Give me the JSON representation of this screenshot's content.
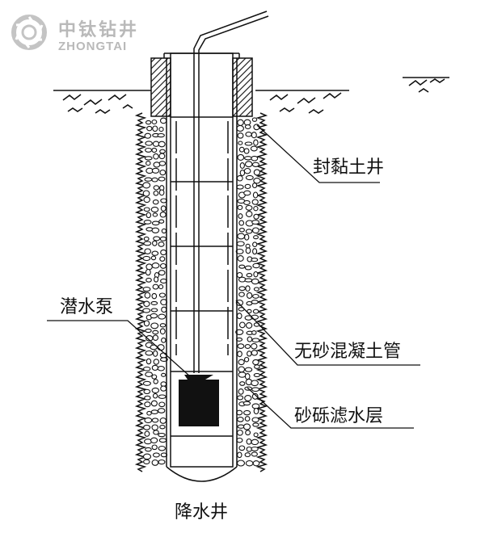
{
  "logo": {
    "cn": "中钛钻井",
    "en": "ZHONGTAI",
    "icon": "hexagon-swirl-logo",
    "color": "#b9b9b9"
  },
  "diagram": {
    "title": "降水井",
    "labels": {
      "clay_seal": "封黏土井",
      "pump": "潜水泵",
      "pipe": "无砂混凝土管",
      "filter": "砂砾滤水层"
    },
    "line_color": "#111111",
    "background": "#ffffff"
  }
}
